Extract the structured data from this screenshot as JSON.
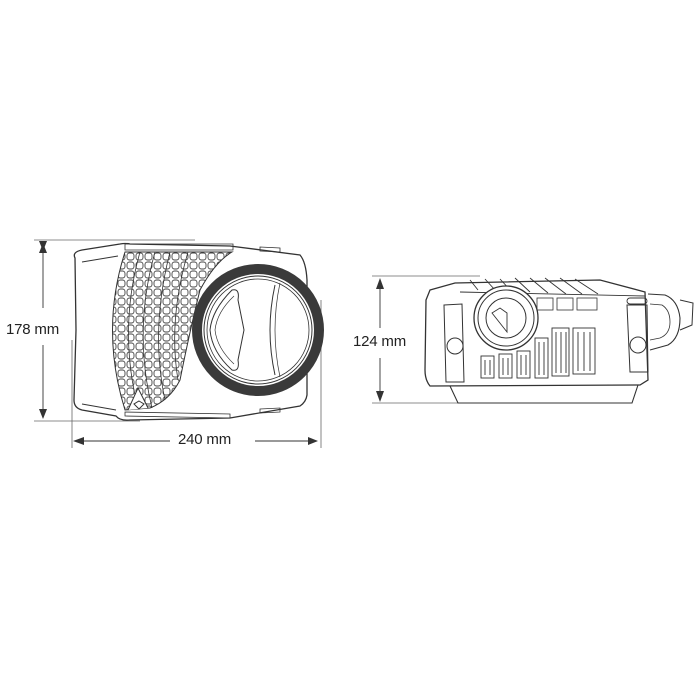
{
  "diagram": {
    "type": "technical-dimension-drawing",
    "views": [
      {
        "name": "front-view",
        "dimensions": {
          "height": {
            "value": 178,
            "unit": "mm",
            "label": "178 mm"
          },
          "width": {
            "value": 240,
            "unit": "mm",
            "label": "240 mm"
          }
        }
      },
      {
        "name": "side-view",
        "dimensions": {
          "height": {
            "value": 124,
            "unit": "mm",
            "label": "124 mm"
          }
        }
      }
    ],
    "colors": {
      "line": "#333333",
      "lens_ring": "#3a3a3a",
      "background": "#ffffff"
    }
  }
}
